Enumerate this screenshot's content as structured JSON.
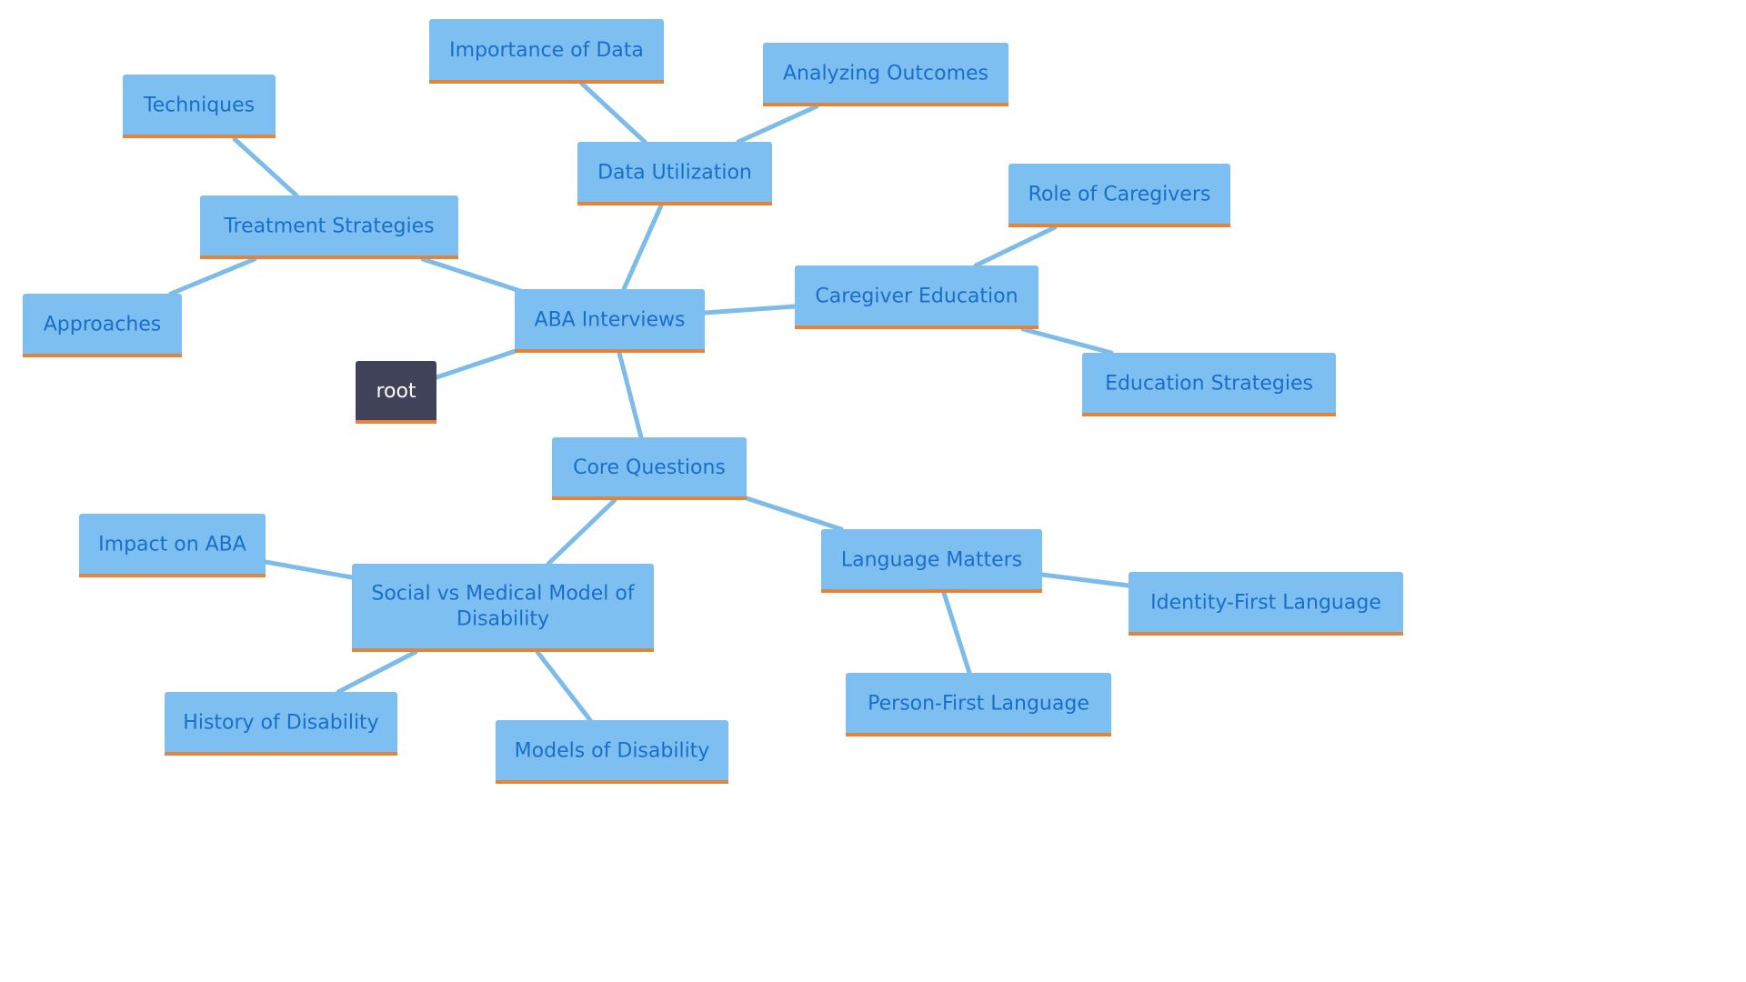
{
  "diagram": {
    "type": "mindmap",
    "colors": {
      "node_fill": "#7dbff0",
      "node_text": "#1a6ec8",
      "node_underline": "#e2843a",
      "root_fill": "#3f4259",
      "root_text": "#ffffff",
      "edge": "#7dbce8"
    },
    "nodes": [
      {
        "id": "root",
        "label": "root"
      },
      {
        "id": "aba",
        "label": "ABA Interviews"
      },
      {
        "id": "treatment",
        "label": "Treatment Strategies"
      },
      {
        "id": "techniques",
        "label": "Techniques"
      },
      {
        "id": "approaches",
        "label": "Approaches"
      },
      {
        "id": "data",
        "label": "Data Utilization"
      },
      {
        "id": "importance",
        "label": "Importance of Data"
      },
      {
        "id": "analyzing",
        "label": "Analyzing Outcomes"
      },
      {
        "id": "caregiver",
        "label": "Caregiver Education"
      },
      {
        "id": "role",
        "label": "Role of Caregivers"
      },
      {
        "id": "eduStrat",
        "label": "Education Strategies"
      },
      {
        "id": "core",
        "label": "Core Questions"
      },
      {
        "id": "social",
        "label": "Social vs Medical Model of Disability"
      },
      {
        "id": "impact",
        "label": "Impact on ABA"
      },
      {
        "id": "history",
        "label": "History of Disability"
      },
      {
        "id": "models",
        "label": "Models of Disability"
      },
      {
        "id": "language",
        "label": "Language Matters"
      },
      {
        "id": "identity",
        "label": "Identity-First Language"
      },
      {
        "id": "person",
        "label": "Person-First Language"
      }
    ],
    "edges": [
      {
        "from": "root",
        "to": "aba"
      },
      {
        "from": "aba",
        "to": "treatment"
      },
      {
        "from": "treatment",
        "to": "techniques"
      },
      {
        "from": "treatment",
        "to": "approaches"
      },
      {
        "from": "aba",
        "to": "data"
      },
      {
        "from": "data",
        "to": "importance"
      },
      {
        "from": "data",
        "to": "analyzing"
      },
      {
        "from": "aba",
        "to": "caregiver"
      },
      {
        "from": "caregiver",
        "to": "role"
      },
      {
        "from": "caregiver",
        "to": "eduStrat"
      },
      {
        "from": "aba",
        "to": "core"
      },
      {
        "from": "core",
        "to": "social"
      },
      {
        "from": "social",
        "to": "impact"
      },
      {
        "from": "social",
        "to": "history"
      },
      {
        "from": "social",
        "to": "models"
      },
      {
        "from": "core",
        "to": "language"
      },
      {
        "from": "language",
        "to": "identity"
      },
      {
        "from": "language",
        "to": "person"
      }
    ]
  }
}
